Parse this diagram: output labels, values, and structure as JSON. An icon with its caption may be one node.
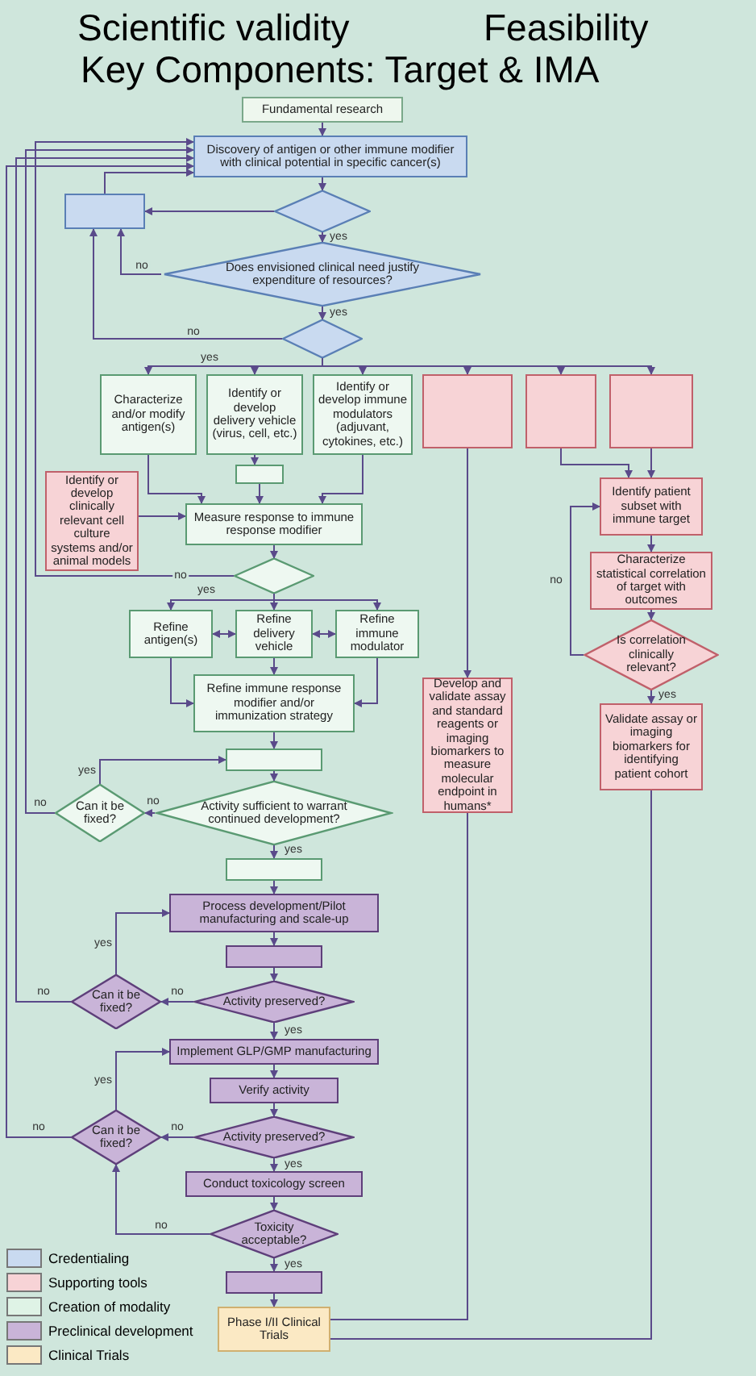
{
  "diagram": {
    "nodes": [
      {
        "text": [
          "Fundamental research"
        ]
      },
      {
        "text": [
          "Discovery of antigen or other immune modifier with clinical potential in specific cancer(s)"
        ]
      },
      {
        "text": [],
        "shape": "diamond"
      },
      {
        "text": [],
        "shape": "box"
      },
      {
        "text": [
          "Does envisioned clinical need justify expenditure of resources?"
        ]
      },
      {
        "text": [],
        "shape": "diamond"
      },
      {
        "text": [
          "Characterize and/or modify antigen(s)"
        ]
      },
      {
        "text": [
          "Identify or develop delivery vehicle (virus, cell, etc.)"
        ]
      },
      {
        "text": [
          "Identify or develop immune modulators (adjuvant, cytokines, etc.)"
        ]
      },
      {
        "text": [],
        "shape": "box"
      },
      {
        "text": [],
        "shape": "box"
      },
      {
        "text": [],
        "shape": "box"
      },
      {
        "text": [
          "Identify or develop clinically relevant cell culture systems and/or animal models"
        ]
      },
      {
        "text": [],
        "shape": "box"
      },
      {
        "text": [
          "Measure response to immune response modifier"
        ]
      },
      {
        "text": [],
        "shape": "diamond"
      },
      {
        "text": [
          "Refine antigen(s)"
        ]
      },
      {
        "text": [
          "Refine delivery vehicle"
        ]
      },
      {
        "text": [
          "Refine immune modulator"
        ]
      },
      {
        "text": [
          "Refine immune response modifier and/or immunization strategy"
        ]
      },
      {
        "text": [],
        "shape": "box"
      },
      {
        "text": [
          "Can it be fixed?"
        ]
      },
      {
        "text": [
          "Activity sufficient to warrant continued development?"
        ]
      },
      {
        "text": [],
        "shape": "box"
      },
      {
        "text": [
          "Process development/Pilot manufacturing and scale-up"
        ]
      },
      {
        "text": [],
        "shape": "box"
      },
      {
        "text": [
          "Can it be fixed?"
        ]
      },
      {
        "text": [
          "Activity preserved?"
        ]
      },
      {
        "text": [
          "Implement GLP/GMP manufacturing"
        ]
      },
      {
        "text": [
          "Verify activity"
        ]
      },
      {
        "text": [
          "Can it be fixed?"
        ]
      },
      {
        "text": [
          "Activity preserved?"
        ]
      },
      {
        "text": [
          "Conduct toxicology screen"
        ]
      },
      {
        "text": [
          "Toxicity acceptable?"
        ]
      },
      {
        "text": [],
        "shape": "box"
      },
      {
        "text": [
          "Phase I/II Clinical Trials"
        ]
      },
      {
        "text": [
          "Identify patient subset with immune target"
        ]
      },
      {
        "text": [
          "Characterize statistical correlation of target with outcomes"
        ]
      },
      {
        "text": [
          "Is correlation clinically relevant?"
        ]
      },
      {
        "text": [
          "Validate assay or imaging biomarkers for identifying patient cohort"
        ]
      },
      {
        "text": [
          "Develop and validate assay and standard reagents or imaging biomarkers to measure molecular endpoint in humans*"
        ]
      }
    ],
    "edges": [
      {
        "from": 0,
        "to": 1,
        "arrow": "to"
      },
      {
        "from": 1,
        "to": 2,
        "arrow": "to"
      },
      {
        "from": 2,
        "to": 4,
        "label": "yes",
        "arrow": "to"
      },
      {
        "from": 2,
        "to": 3,
        "arrow": "to"
      },
      {
        "from": 3,
        "to": 1,
        "arrow": "to"
      },
      {
        "from": 4,
        "to": 3,
        "label": "no",
        "arrow": "to"
      },
      {
        "from": 4,
        "to": 5,
        "label": "yes",
        "arrow": "to"
      },
      {
        "from": 5,
        "to": 3,
        "label": "no",
        "arrow": "to"
      },
      {
        "from": 5,
        "to": 6,
        "label": "yes",
        "arrow": "to"
      },
      {
        "from": 5,
        "to": 7,
        "arrow": "to"
      },
      {
        "from": 5,
        "to": 8,
        "arrow": "to"
      },
      {
        "from": 5,
        "to": 9,
        "arrow": "to"
      },
      {
        "from": 5,
        "to": 10,
        "arrow": "to"
      },
      {
        "from": 5,
        "to": 11,
        "arrow": "to"
      },
      {
        "from": 6,
        "to": 14,
        "arrow": "to"
      },
      {
        "from": 7,
        "to": 13,
        "arrow": "to"
      },
      {
        "from": 13,
        "to": 14,
        "arrow": "to"
      },
      {
        "from": 8,
        "to": 14,
        "arrow": "to"
      },
      {
        "from": 12,
        "to": 14,
        "arrow": "to"
      },
      {
        "from": 14,
        "to": 15,
        "arrow": "to"
      },
      {
        "from": 15,
        "to": 16,
        "label": "yes",
        "arrow": "to"
      },
      {
        "from": 15,
        "to": 17,
        "arrow": "to"
      },
      {
        "from": 15,
        "to": 18,
        "arrow": "to"
      },
      {
        "from": 15,
        "to": 1,
        "label": "no",
        "arrow": "to"
      },
      {
        "from": 16,
        "to": 17,
        "arrow": "both"
      },
      {
        "from": 17,
        "to": 18,
        "arrow": "both"
      },
      {
        "from": 16,
        "to": 19,
        "arrow": "to"
      },
      {
        "from": 17,
        "to": 19,
        "arrow": "to"
      },
      {
        "from": 18,
        "to": 19,
        "arrow": "to"
      },
      {
        "from": 19,
        "to": 20,
        "arrow": "to"
      },
      {
        "from": 20,
        "to": 22,
        "arrow": "to"
      },
      {
        "from": 22,
        "to": 21,
        "label": "no",
        "arrow": "to"
      },
      {
        "from": 21,
        "to": 20,
        "label": "yes",
        "arrow": "to"
      },
      {
        "from": 21,
        "to": 1,
        "label": "no",
        "arrow": "to"
      },
      {
        "from": 22,
        "to": 23,
        "label": "yes",
        "arrow": "to"
      },
      {
        "from": 23,
        "to": 24,
        "arrow": "to"
      },
      {
        "from": 24,
        "to": 25,
        "arrow": "to"
      },
      {
        "from": 25,
        "to": 27,
        "arrow": "to"
      },
      {
        "from": 27,
        "to": 26,
        "label": "no",
        "arrow": "to"
      },
      {
        "from": 26,
        "to": 24,
        "label": "yes",
        "arrow": "to"
      },
      {
        "from": 26,
        "to": 1,
        "label": "no",
        "arrow": "to"
      },
      {
        "from": 27,
        "to": 28,
        "label": "yes",
        "arrow": "to"
      },
      {
        "from": 28,
        "to": 29,
        "arrow": "to"
      },
      {
        "from": 29,
        "to": 31,
        "arrow": "to"
      },
      {
        "from": 31,
        "to": 30,
        "label": "no",
        "arrow": "to"
      },
      {
        "from": 30,
        "to": 28,
        "label": "yes",
        "arrow": "to"
      },
      {
        "from": 30,
        "to": 1,
        "label": "no",
        "arrow": "to"
      },
      {
        "from": 31,
        "to": 32,
        "label": "yes",
        "arrow": "to"
      },
      {
        "from": 32,
        "to": 33,
        "arrow": "to"
      },
      {
        "from": 33,
        "to": 30,
        "label": "no",
        "arrow": "to"
      },
      {
        "from": 33,
        "to": 34,
        "label": "yes",
        "arrow": "to"
      },
      {
        "from": 34,
        "to": 35,
        "arrow": "to"
      },
      {
        "from": 9,
        "to": 40,
        "arrow": "to"
      },
      {
        "from": 40,
        "to": 35,
        "arrow": "none"
      },
      {
        "from": 10,
        "to": 36,
        "arrow": "to"
      },
      {
        "from": 11,
        "to": 36,
        "arrow": "to"
      },
      {
        "from": 36,
        "to": 37,
        "arrow": "to"
      },
      {
        "from": 37,
        "to": 38,
        "arrow": "to"
      },
      {
        "from": 38,
        "to": 36,
        "label": "no",
        "arrow": "to"
      },
      {
        "from": 38,
        "to": 39,
        "label": "yes",
        "arrow": "to"
      },
      {
        "from": 39,
        "to": 35,
        "arrow": "none"
      }
    ],
    "labels": [
      "Scientific validity",
      "Feasibility",
      "Key Components: Target & IMA"
    ],
    "legend": [
      {
        "text": "Credentialing",
        "color": "#c9daf0"
      },
      {
        "text": "Supporting tools",
        "color": "#f7d3d6"
      },
      {
        "text": "Creation of modality",
        "color": "#dff3e6"
      },
      {
        "text": "Preclinical development",
        "color": "#c9b4d8"
      },
      {
        "text": "Clinical Trials",
        "color": "#fbe9c4"
      }
    ]
  }
}
